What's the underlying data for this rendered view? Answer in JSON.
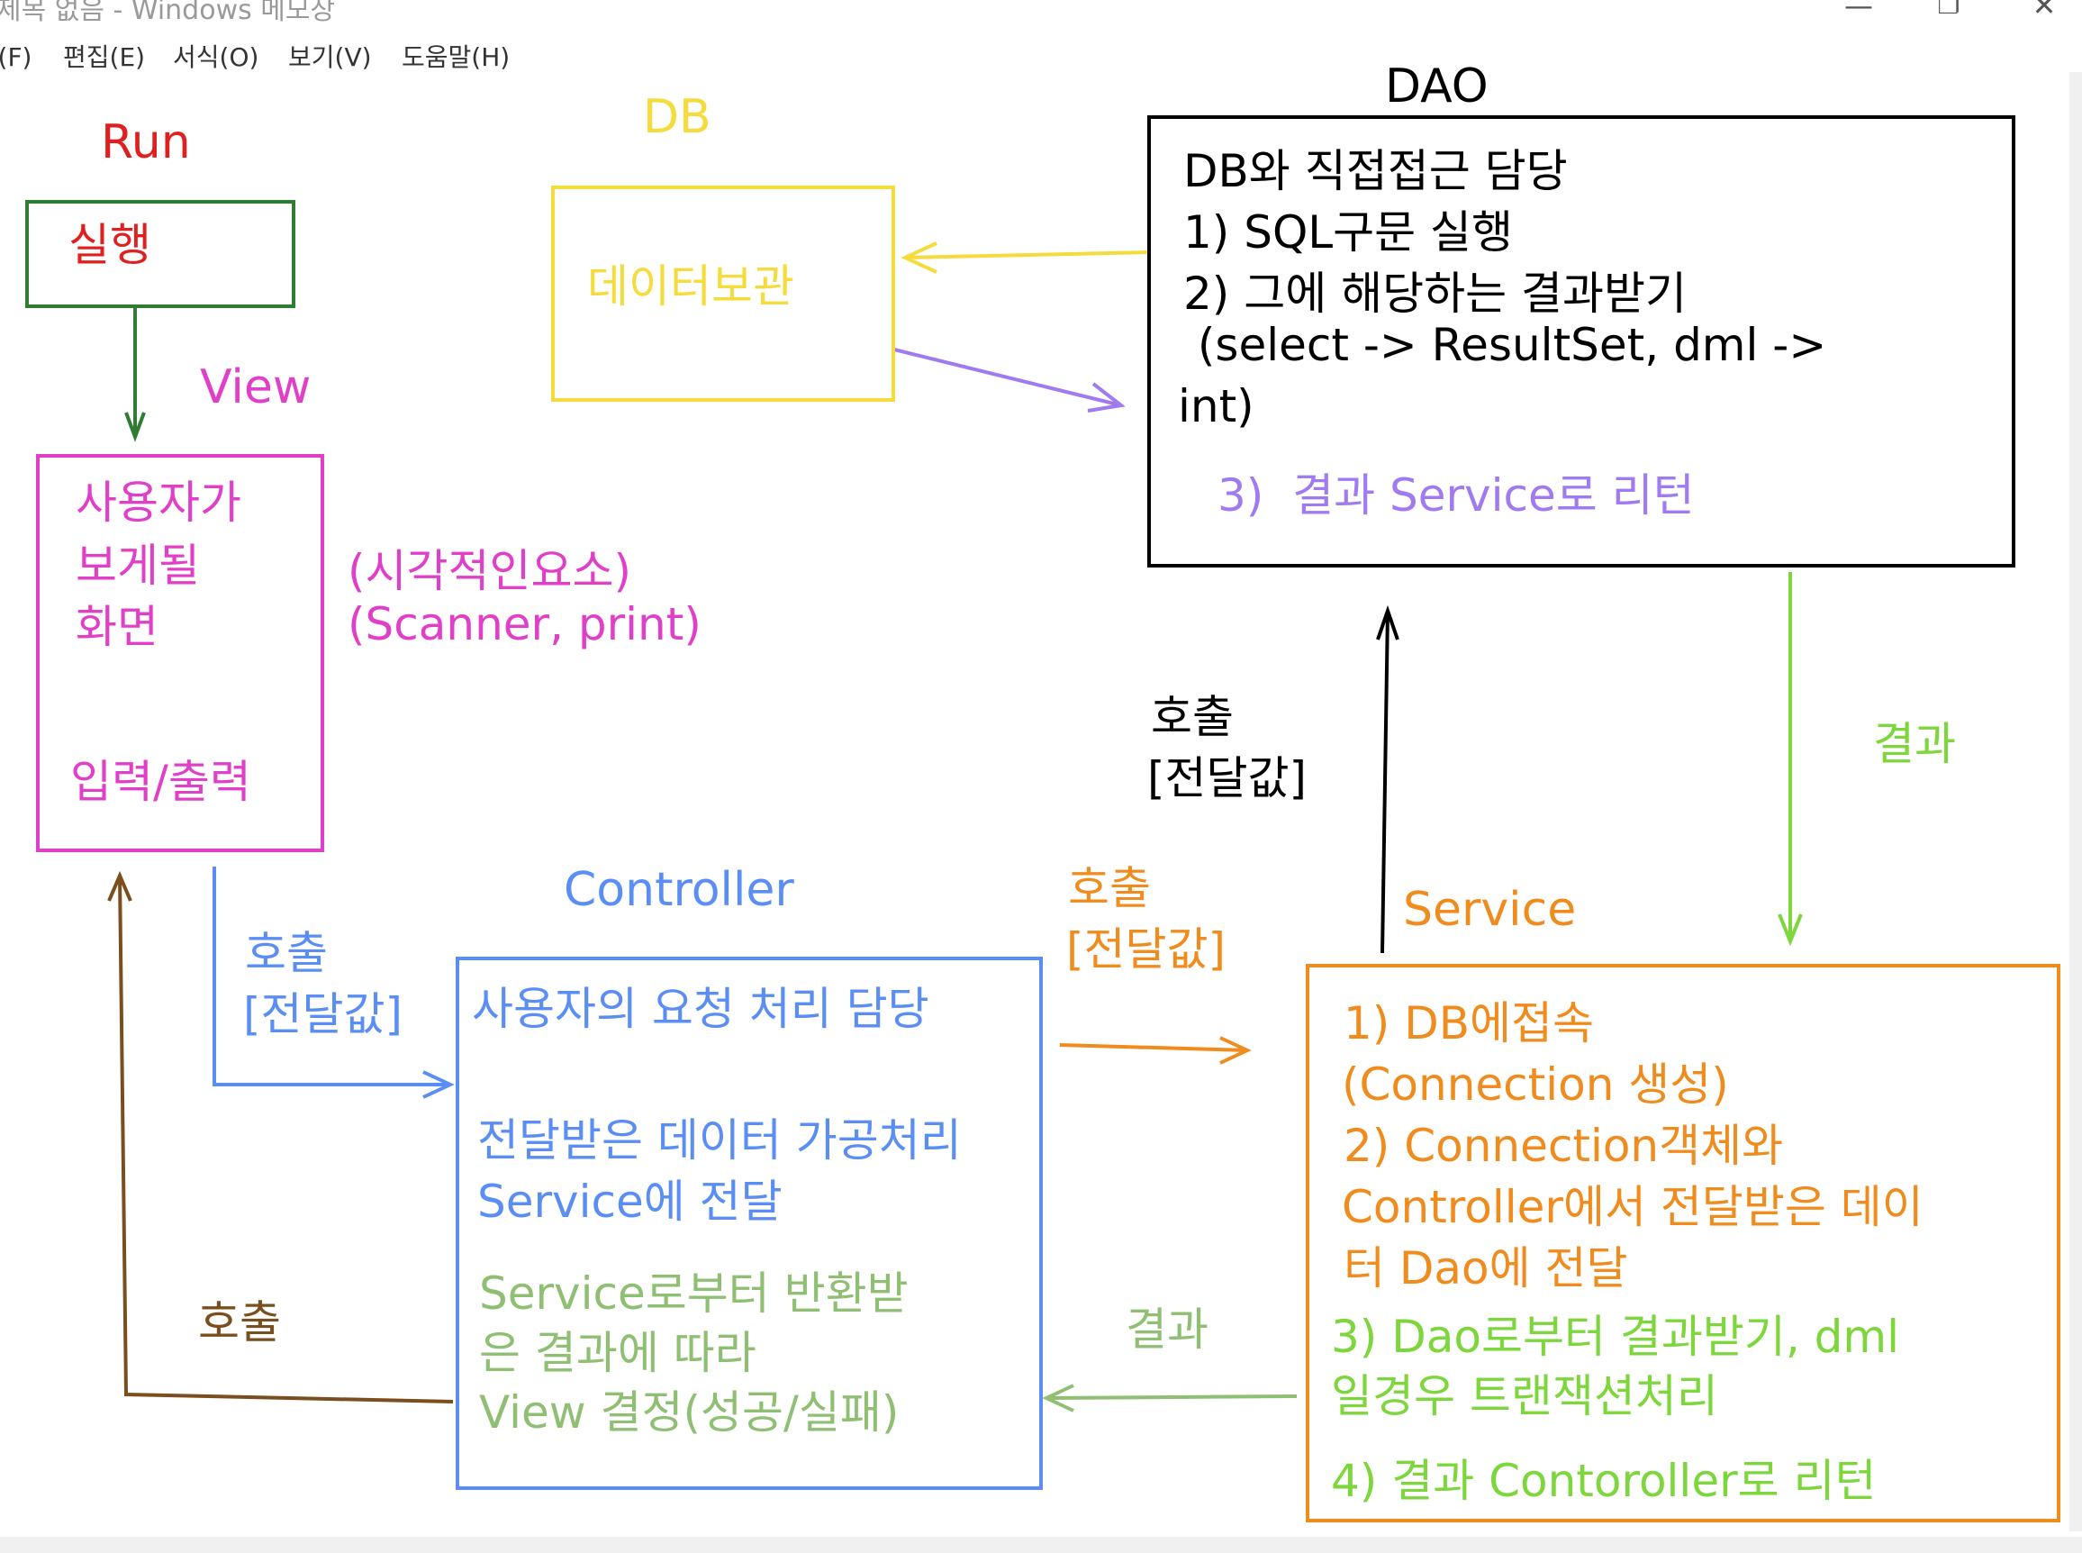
{
  "window": {
    "title": "제목 없음 - Windows 메모장",
    "minimize_glyph": "—",
    "maximize_glyph": "❐",
    "close_glyph": "✕"
  },
  "menu": {
    "file": "파일(F)",
    "edit": "편집(E)",
    "format": "서식(O)",
    "view": "보기(V)",
    "help": "도움말(H)"
  },
  "colors": {
    "run": "#e02020",
    "run_box": "#2e7d32",
    "db": "#f5dc3c",
    "dao": "#000000",
    "view": "#e040c8",
    "controller": "#5a8ef5",
    "service": "#f08c1e",
    "green": "#7cd63c",
    "sage": "#8fbf73",
    "purple": "#a07af0",
    "brown": "#7a4e1e"
  },
  "diagram": {
    "run": {
      "heading": "Run",
      "text": "실행"
    },
    "db": {
      "heading": "DB",
      "text": "데이터보관"
    },
    "dao": {
      "heading": "DAO",
      "line1": "DB와 직접접근 담당",
      "line2": "1) SQL구문 실행",
      "line3": "2) 그에 해당하는 결과받기",
      "line4": " (select -> ResultSet, dml ->",
      "line5": "int)",
      "line6": "3)  결과 Service로 리턴"
    },
    "view": {
      "heading": "View",
      "line1": "사용자가",
      "line2": "보게될",
      "line3": "화면",
      "line4": "입력/출력",
      "side1": "(시각적인요소)",
      "side2": "(Scanner, print)"
    },
    "controller": {
      "heading": "Controller",
      "line1": "사용자의 요청 처리 담당",
      "line2": "전달받은 데이터 가공처리",
      "line3": "Service에 전달",
      "line4": "Service로부터 반환받",
      "line5": "은 결과에 따라",
      "line6": "View 결정(성공/실패)"
    },
    "service": {
      "heading": "Service",
      "line1": "1) DB에접속",
      "line2": "(Connection 생성)",
      "line3": "2) Connection객체와",
      "line4": "Controller에서 전달받은 데이",
      "line5": "터 Dao에 전달",
      "line6": "3) Dao로부터 결과받기, dml",
      "line7": "일경우 트랜잭션처리",
      "line8": "4) 결과 Contoroller로 리턴"
    },
    "labels": {
      "call_value_view": [
        "호출",
        "[전달값]"
      ],
      "call_value_controller": [
        "호출",
        "[전달값]"
      ],
      "call_value_service": [
        "호출",
        "[전달값]"
      ],
      "result_dao": "결과",
      "result_service": "결과",
      "call_view": "호출"
    }
  }
}
